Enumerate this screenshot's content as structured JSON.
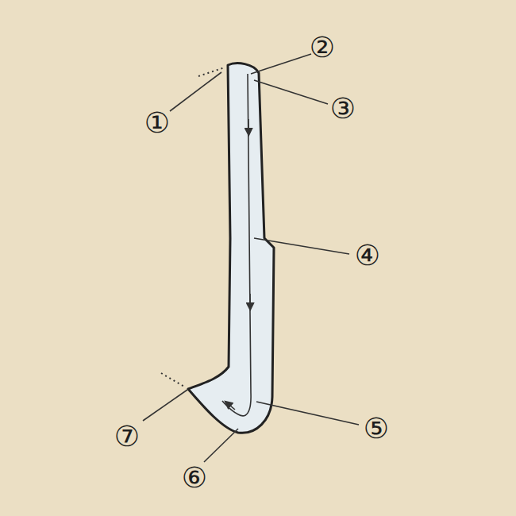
{
  "diagram": {
    "labels": [
      "①",
      "②",
      "③",
      "④",
      "⑤",
      "⑥",
      "⑦"
    ]
  }
}
